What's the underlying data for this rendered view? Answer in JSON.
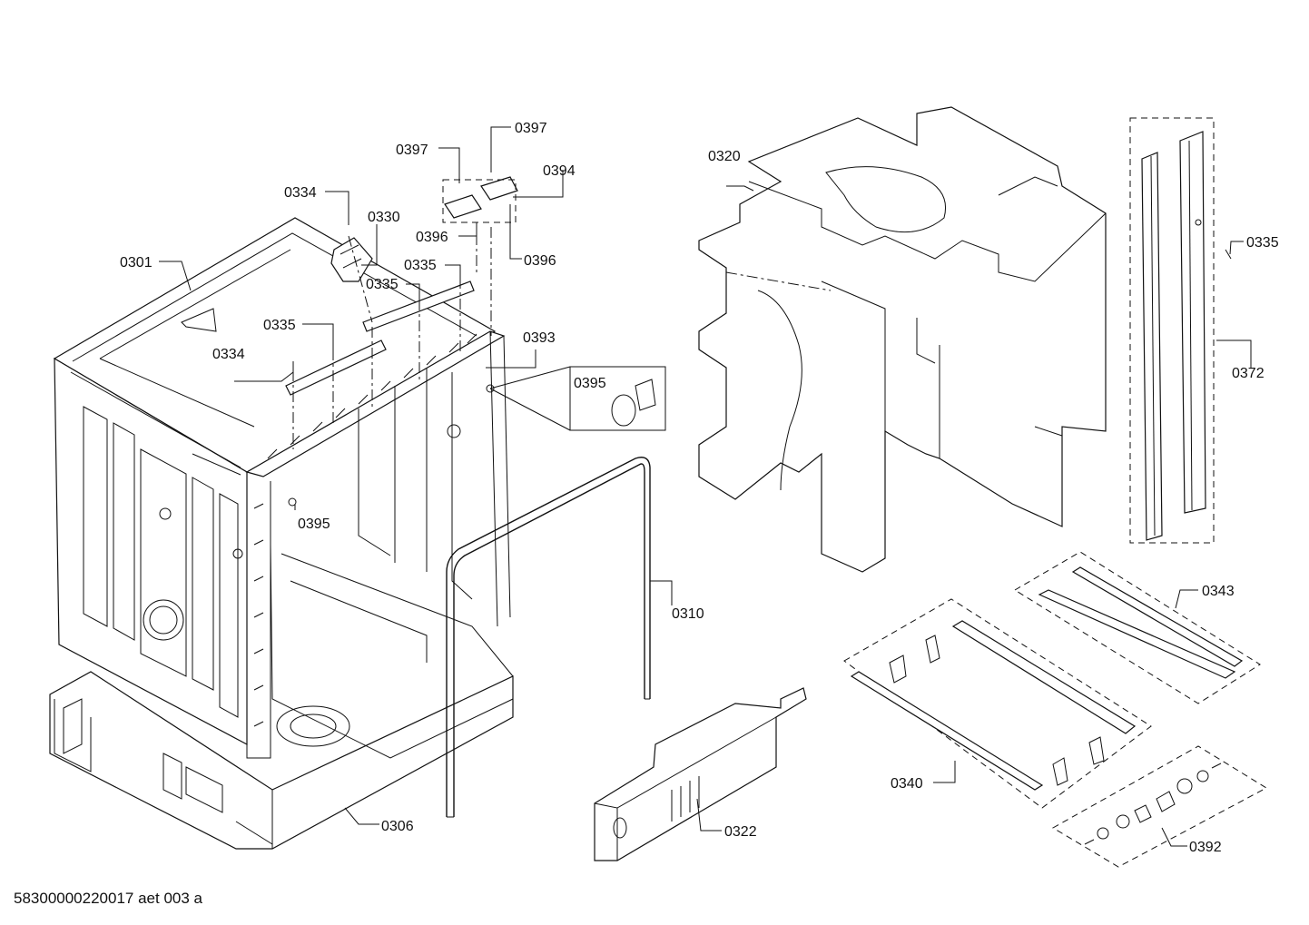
{
  "document_id": "58300000220017 aet 003 a",
  "callouts": [
    {
      "id": "c0301",
      "label": "0301"
    },
    {
      "id": "c0334a",
      "label": "0334"
    },
    {
      "id": "c0330",
      "label": "0330"
    },
    {
      "id": "c0397a",
      "label": "0397"
    },
    {
      "id": "c0397b",
      "label": "0397"
    },
    {
      "id": "c0394",
      "label": "0394"
    },
    {
      "id": "c0396a",
      "label": "0396"
    },
    {
      "id": "c0396b",
      "label": "0396"
    },
    {
      "id": "c0335a",
      "label": "0335"
    },
    {
      "id": "c0335b",
      "label": "0335"
    },
    {
      "id": "c0335c",
      "label": "0335"
    },
    {
      "id": "c0334b",
      "label": "0334"
    },
    {
      "id": "c0393",
      "label": "0393"
    },
    {
      "id": "c0395a",
      "label": "0395"
    },
    {
      "id": "c0395b",
      "label": "0395"
    },
    {
      "id": "c0310",
      "label": "0310"
    },
    {
      "id": "c0306",
      "label": "0306"
    },
    {
      "id": "c0322",
      "label": "0322"
    },
    {
      "id": "c0320",
      "label": "0320"
    },
    {
      "id": "c0335d",
      "label": "0335"
    },
    {
      "id": "c0372",
      "label": "0372"
    },
    {
      "id": "c0343",
      "label": "0343"
    },
    {
      "id": "c0340",
      "label": "0340"
    },
    {
      "id": "c0392",
      "label": "0392"
    }
  ]
}
